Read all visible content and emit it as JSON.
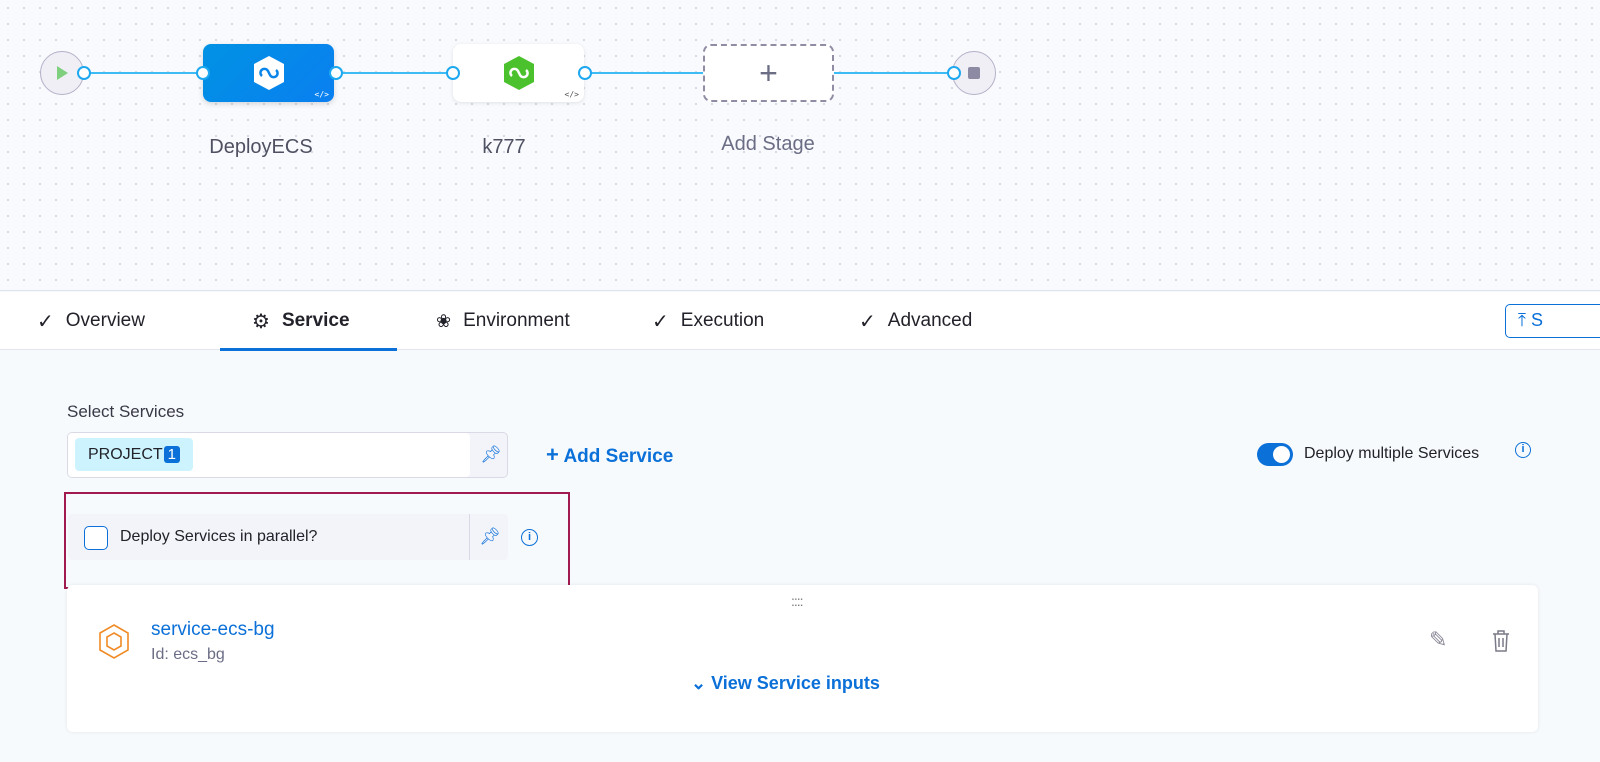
{
  "pipeline": {
    "stages": [
      {
        "name": "DeployECS",
        "selected": true,
        "icon": "ecs-stage-icon"
      },
      {
        "name": "k777",
        "selected": false,
        "icon": "deploy-stage-icon"
      }
    ],
    "add_stage_label": "Add Stage",
    "code_label": "</>"
  },
  "tabs": [
    {
      "label": "Overview",
      "icon": "check"
    },
    {
      "label": "Service",
      "icon": "gear",
      "active": true
    },
    {
      "label": "Environment",
      "icon": "environment"
    },
    {
      "label": "Execution",
      "icon": "check"
    },
    {
      "label": "Advanced",
      "icon": "check"
    }
  ],
  "top_right_button": {
    "label": "S"
  },
  "service": {
    "select_label": "Select Services",
    "scope_tag": "PROJECT",
    "scope_count": "1",
    "add_service_label": "Add Service",
    "deploy_multiple_label": "Deploy multiple Services",
    "deploy_multiple_on": true,
    "parallel_label": "Deploy Services in parallel?",
    "parallel_checked": false
  },
  "service_card": {
    "name": "service-ecs-bg",
    "id_text": "Id: ecs_bg",
    "view_inputs_label": "View Service inputs",
    "drag_handle": "::::"
  },
  "colors": {
    "accent": "#0b70d8",
    "highlight_border": "#a01a4f"
  }
}
